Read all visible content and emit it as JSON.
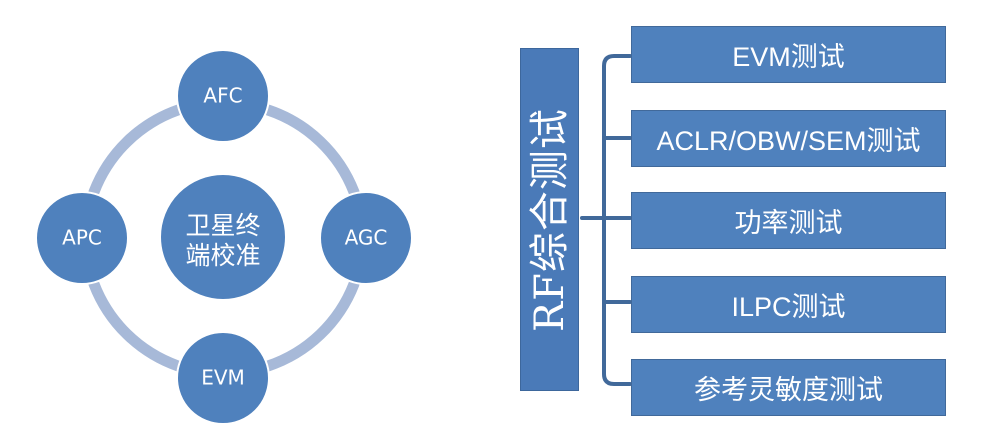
{
  "cycle": {
    "center": {
      "line1": "卫星终",
      "line2": "端校准"
    },
    "nodes": {
      "top": "AFC",
      "right": "AGC",
      "bottom": "EVM",
      "left": "APC"
    }
  },
  "rf_panel": {
    "title": "RF综合测试",
    "tests": [
      "EVM测试",
      "ACLR/OBW/SEM测试",
      "功率测试",
      "ILPC测试",
      "参考灵敏度测试"
    ]
  },
  "colors": {
    "node_fill": "#4f81bd",
    "ring": "#a7b9d8",
    "title_fill": "#4a7ab8",
    "bracket": "#41699a"
  }
}
